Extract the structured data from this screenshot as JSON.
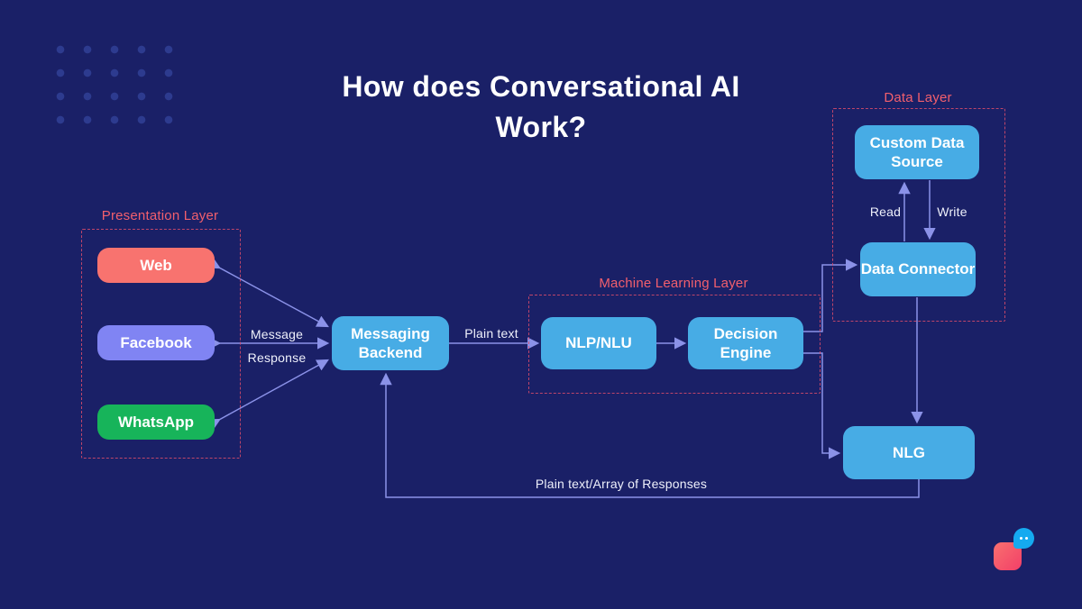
{
  "title": {
    "line1": "How does Conversational AI",
    "line2": "Work?"
  },
  "colors": {
    "background": "#1a2067",
    "accent_pink": "#f25f6d",
    "node_blue": "#47ace5",
    "web_coral": "#f8736f",
    "facebook_purple": "#8084f3",
    "whatsapp_green": "#17b45a",
    "connector_line": "#8b92e8",
    "dot_grid": "#2d3b8f"
  },
  "layers": {
    "presentation": {
      "label": "Presentation Layer",
      "channels": [
        {
          "label": "Web",
          "color": "#f8736f"
        },
        {
          "label": "Facebook",
          "color": "#8084f3"
        },
        {
          "label": "WhatsApp",
          "color": "#17b45a"
        }
      ]
    },
    "machine_learning": {
      "label": "Machine Learning Layer",
      "nodes": [
        {
          "label": "NLP/NLU"
        },
        {
          "label": "Decision Engine"
        }
      ]
    },
    "data": {
      "label": "Data Layer",
      "nodes": [
        {
          "label": "Custom Data Source"
        },
        {
          "label": "Data Connector"
        }
      ]
    }
  },
  "nodes": {
    "messaging_backend": {
      "label": "Messaging Backend"
    },
    "nlg": {
      "label": "NLG"
    }
  },
  "edge_labels": {
    "message": "Message",
    "response": "Response",
    "plain_text": "Plain text",
    "read": "Read",
    "write": "Write",
    "return_path": "Plain text/Array of Responses"
  }
}
